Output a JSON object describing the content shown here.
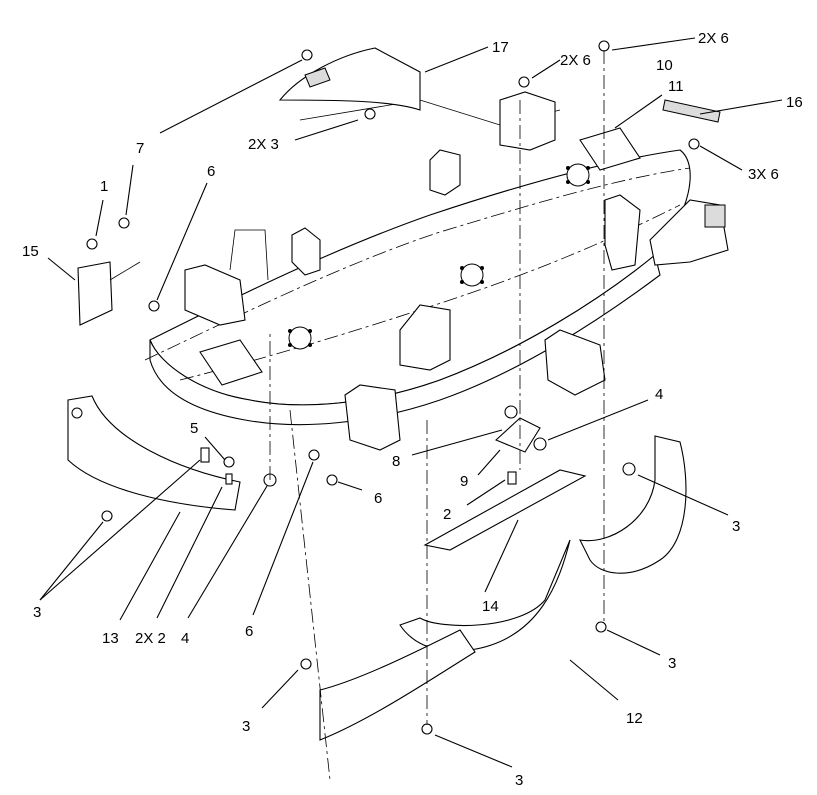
{
  "diagram": {
    "callouts": [
      {
        "id": "c17",
        "label": "17"
      },
      {
        "id": "c2x6a",
        "label": "2X 6"
      },
      {
        "id": "c2x6b",
        "label": "2X 6"
      },
      {
        "id": "c10",
        "label": "10"
      },
      {
        "id": "c11",
        "label": "11"
      },
      {
        "id": "c16",
        "label": "16"
      },
      {
        "id": "c3x6",
        "label": "3X 6"
      },
      {
        "id": "c2x3",
        "label": "2X 3"
      },
      {
        "id": "c7",
        "label": "7"
      },
      {
        "id": "c1",
        "label": "1"
      },
      {
        "id": "c6a",
        "label": "6"
      },
      {
        "id": "c15",
        "label": "15"
      },
      {
        "id": "c5",
        "label": "5"
      },
      {
        "id": "c4a",
        "label": "4"
      },
      {
        "id": "c8",
        "label": "8"
      },
      {
        "id": "c9",
        "label": "9"
      },
      {
        "id": "c2",
        "label": "2"
      },
      {
        "id": "c6b",
        "label": "6"
      },
      {
        "id": "c3a",
        "label": "3"
      },
      {
        "id": "c3b",
        "label": "3"
      },
      {
        "id": "c13",
        "label": "13"
      },
      {
        "id": "c2x2",
        "label": "2X 2"
      },
      {
        "id": "c4b",
        "label": "4"
      },
      {
        "id": "c6c",
        "label": "6"
      },
      {
        "id": "c14",
        "label": "14"
      },
      {
        "id": "c3c",
        "label": "3"
      },
      {
        "id": "c12",
        "label": "12"
      },
      {
        "id": "c3d",
        "label": "3"
      },
      {
        "id": "c3e",
        "label": "3"
      }
    ]
  }
}
